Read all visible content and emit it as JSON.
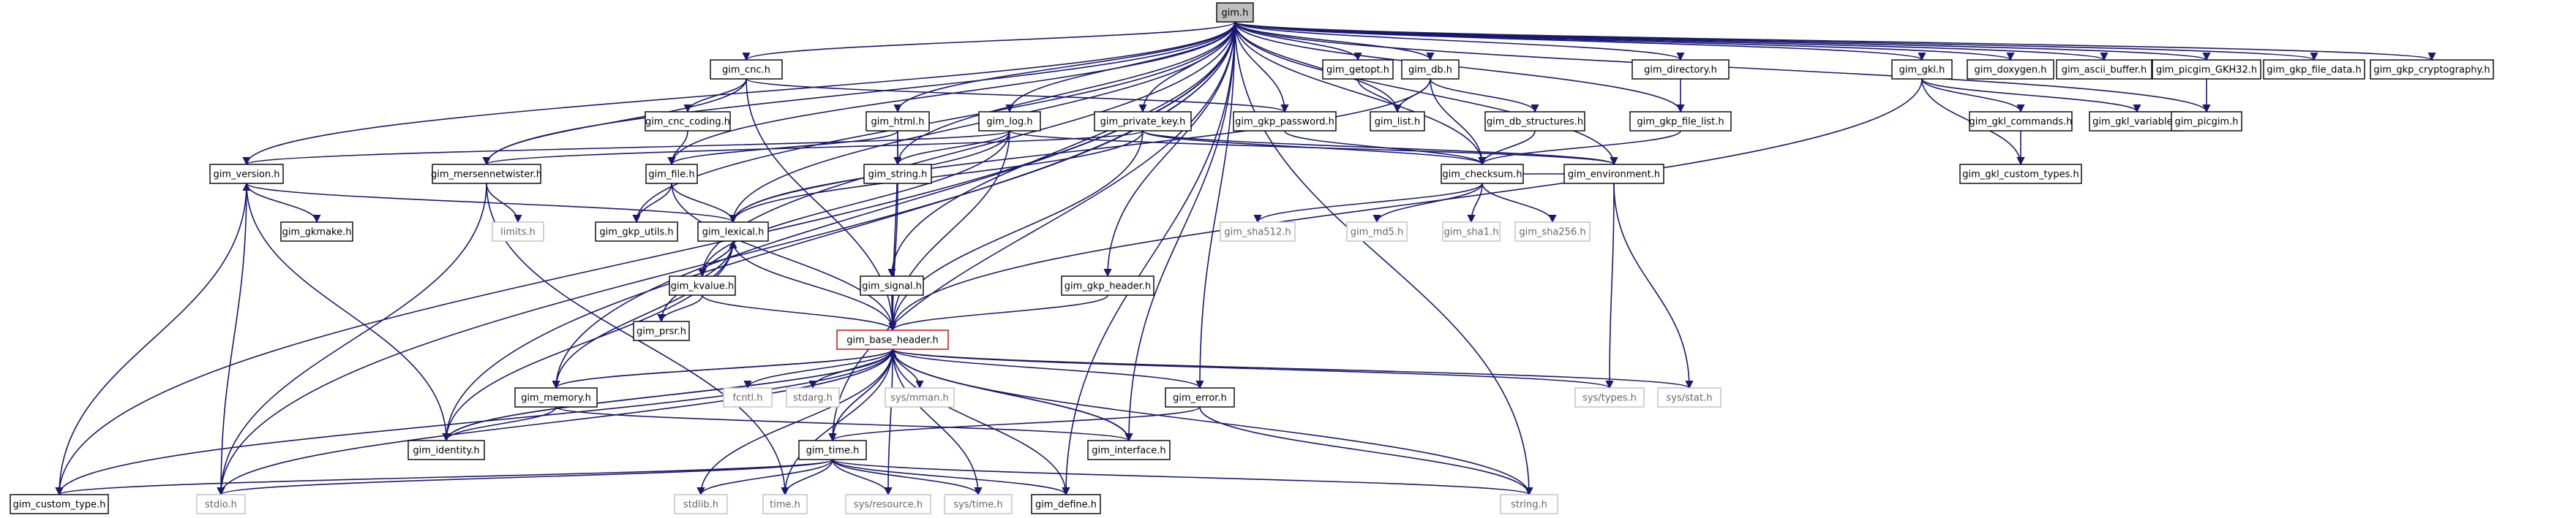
{
  "nodes": [
    {
      "id": "gim_h",
      "label": "gim.h",
      "kind": "root"
    },
    {
      "id": "gim_cnc",
      "label": "gim_cnc.h",
      "kind": "file"
    },
    {
      "id": "gim_getopt",
      "label": "gim_getopt.h",
      "kind": "file"
    },
    {
      "id": "gim_db",
      "label": "gim_db.h",
      "kind": "file"
    },
    {
      "id": "gim_directory",
      "label": "gim_directory.h",
      "kind": "file"
    },
    {
      "id": "gim_gkl",
      "label": "gim_gkl.h",
      "kind": "file"
    },
    {
      "id": "gim_doxygen",
      "label": "gim_doxygen.h",
      "kind": "file"
    },
    {
      "id": "gim_ascii_buffer",
      "label": "gim_ascii_buffer.h",
      "kind": "file"
    },
    {
      "id": "gim_picgim_gkh32",
      "label": "gim_picgim_GKH32.h",
      "kind": "file"
    },
    {
      "id": "gim_gkp_file_data",
      "label": "gim_gkp_file_data.h",
      "kind": "file"
    },
    {
      "id": "gim_gkp_cryptography",
      "label": "gim_gkp_cryptography.h",
      "kind": "file"
    },
    {
      "id": "gim_cnc_coding",
      "label": "gim_cnc_coding.h",
      "kind": "file"
    },
    {
      "id": "gim_html",
      "label": "gim_html.h",
      "kind": "file"
    },
    {
      "id": "gim_log",
      "label": "gim_log.h",
      "kind": "file"
    },
    {
      "id": "gim_private_key",
      "label": "gim_private_key.h",
      "kind": "file"
    },
    {
      "id": "gim_gkp_password",
      "label": "gim_gkp_password.h",
      "kind": "file"
    },
    {
      "id": "gim_list",
      "label": "gim_list.h",
      "kind": "file"
    },
    {
      "id": "gim_db_structures",
      "label": "gim_db_structures.h",
      "kind": "file"
    },
    {
      "id": "gim_gkp_file_list",
      "label": "gim_gkp_file_list.h",
      "kind": "file"
    },
    {
      "id": "gim_gkl_commands",
      "label": "gim_gkl_commands.h",
      "kind": "file"
    },
    {
      "id": "gim_gkl_variable",
      "label": "gim_gkl_variable.h",
      "kind": "file"
    },
    {
      "id": "gim_picgim",
      "label": "gim_picgim.h",
      "kind": "file"
    },
    {
      "id": "gim_version",
      "label": "gim_version.h",
      "kind": "file"
    },
    {
      "id": "gim_mersennetwister",
      "label": "gim_mersennetwister.h",
      "kind": "file"
    },
    {
      "id": "gim_file",
      "label": "gim_file.h",
      "kind": "file"
    },
    {
      "id": "gim_string",
      "label": "gim_string.h",
      "kind": "file"
    },
    {
      "id": "gim_checksum",
      "label": "gim_checksum.h",
      "kind": "file"
    },
    {
      "id": "gim_environment",
      "label": "gim_environment.h",
      "kind": "file"
    },
    {
      "id": "gim_gkl_custom_types",
      "label": "gim_gkl_custom_types.h",
      "kind": "file"
    },
    {
      "id": "gim_gkmake",
      "label": "gim_gkmake.h",
      "kind": "file"
    },
    {
      "id": "limits_h",
      "label": "limits.h",
      "kind": "sys"
    },
    {
      "id": "gim_gkp_utils",
      "label": "gim_gkp_utils.h",
      "kind": "file"
    },
    {
      "id": "gim_lexical",
      "label": "gim_lexical.h",
      "kind": "file"
    },
    {
      "id": "sha512",
      "label": "gim_sha512.h",
      "kind": "sys"
    },
    {
      "id": "md5",
      "label": "gim_md5.h",
      "kind": "sys"
    },
    {
      "id": "sha1",
      "label": "gim_sha1.h",
      "kind": "sys"
    },
    {
      "id": "sha256",
      "label": "gim_sha256.h",
      "kind": "sys"
    },
    {
      "id": "gim_signal",
      "label": "gim_signal.h",
      "kind": "file"
    },
    {
      "id": "gim_gkp_header",
      "label": "gim_gkp_header.h",
      "kind": "file"
    },
    {
      "id": "gim_kvalue",
      "label": "gim_kvalue.h",
      "kind": "file"
    },
    {
      "id": "gim_prsr",
      "label": "gim_prsr.h",
      "kind": "file"
    },
    {
      "id": "gim_base_header",
      "label": "gim_base_header.h",
      "kind": "red"
    },
    {
      "id": "gim_memory",
      "label": "gim_memory.h",
      "kind": "file"
    },
    {
      "id": "fcntl_h",
      "label": "fcntl.h",
      "kind": "sys"
    },
    {
      "id": "stdarg_h",
      "label": "stdarg.h",
      "kind": "sys"
    },
    {
      "id": "sys_mman_h",
      "label": "sys/mman.h",
      "kind": "sys"
    },
    {
      "id": "gim_error",
      "label": "gim_error.h",
      "kind": "file"
    },
    {
      "id": "sys_types_h",
      "label": "sys/types.h",
      "kind": "sys"
    },
    {
      "id": "sys_stat_h",
      "label": "sys/stat.h",
      "kind": "sys"
    },
    {
      "id": "gim_identity",
      "label": "gim_identity.h",
      "kind": "file"
    },
    {
      "id": "gim_interface",
      "label": "gim_interface.h",
      "kind": "file"
    },
    {
      "id": "gim_time",
      "label": "gim_time.h",
      "kind": "file"
    },
    {
      "id": "gim_custom_type",
      "label": "gim_custom_type.h",
      "kind": "file"
    },
    {
      "id": "stdio_h",
      "label": "stdio.h",
      "kind": "sys"
    },
    {
      "id": "stdlib_h",
      "label": "stdlib.h",
      "kind": "sys"
    },
    {
      "id": "time_h",
      "label": "time.h",
      "kind": "sys"
    },
    {
      "id": "sys_resource_h",
      "label": "sys/resource.h",
      "kind": "sys"
    },
    {
      "id": "sys_time_h",
      "label": "sys/time.h",
      "kind": "sys"
    },
    {
      "id": "gim_define",
      "label": "gim_define.h",
      "kind": "file"
    },
    {
      "id": "string_h",
      "label": "string.h",
      "kind": "sys"
    }
  ],
  "edges": [
    [
      "gim_h",
      "gim_cnc"
    ],
    [
      "gim_h",
      "gim_getopt"
    ],
    [
      "gim_h",
      "gim_db"
    ],
    [
      "gim_h",
      "gim_directory"
    ],
    [
      "gim_h",
      "gim_gkl"
    ],
    [
      "gim_h",
      "gim_doxygen"
    ],
    [
      "gim_h",
      "gim_ascii_buffer"
    ],
    [
      "gim_h",
      "gim_picgim_gkh32"
    ],
    [
      "gim_h",
      "gim_gkp_file_data"
    ],
    [
      "gim_h",
      "gim_gkp_cryptography"
    ],
    [
      "gim_h",
      "gim_html"
    ],
    [
      "gim_h",
      "gim_log"
    ],
    [
      "gim_h",
      "gim_private_key"
    ],
    [
      "gim_h",
      "gim_gkp_password"
    ],
    [
      "gim_h",
      "gim_list"
    ],
    [
      "gim_h",
      "gim_version"
    ],
    [
      "gim_h",
      "gim_mersennetwister"
    ],
    [
      "gim_h",
      "gim_file"
    ],
    [
      "gim_h",
      "gim_string"
    ],
    [
      "gim_h",
      "gim_checksum"
    ],
    [
      "gim_h",
      "gim_environment"
    ],
    [
      "gim_h",
      "gim_gkp_utils"
    ],
    [
      "gim_h",
      "gim_lexical"
    ],
    [
      "gim_h",
      "gim_signal"
    ],
    [
      "gim_h",
      "gim_gkp_header"
    ],
    [
      "gim_h",
      "gim_kvalue"
    ],
    [
      "gim_h",
      "gim_memory"
    ],
    [
      "gim_h",
      "gim_error"
    ],
    [
      "gim_h",
      "gim_identity"
    ],
    [
      "gim_h",
      "gim_interface"
    ],
    [
      "gim_h",
      "gim_time"
    ],
    [
      "gim_h",
      "gim_custom_type"
    ],
    [
      "gim_h",
      "stdio_h"
    ],
    [
      "gim_h",
      "gim_define"
    ],
    [
      "gim_h",
      "string_h"
    ],
    [
      "gim_h",
      "gim_gkp_file_list"
    ],
    [
      "gim_h",
      "gim_picgim"
    ],
    [
      "gim_cnc",
      "gim_cnc_coding"
    ],
    [
      "gim_cnc",
      "gim_gkp_password"
    ],
    [
      "gim_cnc",
      "gim_mersennetwister"
    ],
    [
      "gim_cnc",
      "gim_base_header"
    ],
    [
      "gim_cnc_coding",
      "gim_file"
    ],
    [
      "gim_getopt",
      "gim_list"
    ],
    [
      "gim_db",
      "gim_list"
    ],
    [
      "gim_db",
      "gim_db_structures"
    ],
    [
      "gim_db",
      "gim_checksum"
    ],
    [
      "gim_db",
      "gim_lexical"
    ],
    [
      "gim_db_structures",
      "gim_checksum"
    ],
    [
      "gim_directory",
      "gim_gkp_file_list"
    ],
    [
      "gim_gkp_file_list",
      "gim_checksum"
    ],
    [
      "gim_gkl",
      "gim_gkl_commands"
    ],
    [
      "gim_gkl",
      "gim_gkl_variable"
    ],
    [
      "gim_gkl",
      "gim_gkl_custom_types"
    ],
    [
      "gim_gkl",
      "gim_base_header"
    ],
    [
      "gim_gkl_commands",
      "gim_gkl_custom_types"
    ],
    [
      "gim_picgim_gkh32",
      "gim_picgim"
    ],
    [
      "gim_html",
      "gim_string"
    ],
    [
      "gim_html",
      "gim_file"
    ],
    [
      "gim_html",
      "gim_base_header"
    ],
    [
      "gim_log",
      "gim_version"
    ],
    [
      "gim_log",
      "gim_string"
    ],
    [
      "gim_log",
      "gim_lexical"
    ],
    [
      "gim_log",
      "gim_kvalue"
    ],
    [
      "gim_log",
      "gim_base_header"
    ],
    [
      "gim_log",
      "gim_environment"
    ],
    [
      "gim_private_key",
      "gim_checksum"
    ],
    [
      "gim_private_key",
      "gim_lexical"
    ],
    [
      "gim_private_key",
      "gim_mersennetwister"
    ],
    [
      "gim_private_key",
      "gim_base_header"
    ],
    [
      "gim_private_key",
      "gim_environment"
    ],
    [
      "gim_gkp_password",
      "gim_checksum"
    ],
    [
      "gim_version",
      "gim_gkmake"
    ],
    [
      "gim_version",
      "gim_lexical"
    ],
    [
      "gim_version",
      "gim_custom_type"
    ],
    [
      "gim_version",
      "stdio_h"
    ],
    [
      "gim_mersennetwister",
      "limits_h"
    ],
    [
      "gim_mersennetwister",
      "time_h"
    ],
    [
      "gim_mersennetwister",
      "stdio_h"
    ],
    [
      "gim_file",
      "gim_gkp_utils"
    ],
    [
      "gim_file",
      "gim_lexical"
    ],
    [
      "gim_file",
      "gim_base_header"
    ],
    [
      "gim_string",
      "gim_base_header"
    ],
    [
      "gim_checksum",
      "sha512"
    ],
    [
      "gim_checksum",
      "md5"
    ],
    [
      "gim_checksum",
      "sha1"
    ],
    [
      "gim_checksum",
      "sha256"
    ],
    [
      "gim_checksum",
      "gim_environment"
    ],
    [
      "gim_environment",
      "sys_types_h"
    ],
    [
      "gim_environment",
      "sys_stat_h"
    ],
    [
      "gim_lexical",
      "gim_kvalue"
    ],
    [
      "gim_lexical",
      "gim_prsr"
    ],
    [
      "gim_lexical",
      "gim_base_header"
    ],
    [
      "gim_kvalue",
      "gim_lexical"
    ],
    [
      "gim_kvalue",
      "gim_prsr"
    ],
    [
      "gim_kvalue",
      "gim_base_header"
    ],
    [
      "gim_signal",
      "gim_base_header"
    ],
    [
      "gim_gkp_header",
      "gim_base_header"
    ],
    [
      "gim_base_header",
      "fcntl_h"
    ],
    [
      "gim_base_header",
      "stdarg_h"
    ],
    [
      "gim_base_header",
      "sys_mman_h"
    ],
    [
      "gim_base_header",
      "gim_error"
    ],
    [
      "gim_base_header",
      "sys_types_h"
    ],
    [
      "gim_base_header",
      "sys_stat_h"
    ],
    [
      "gim_base_header",
      "gim_memory"
    ],
    [
      "gim_base_header",
      "gim_identity"
    ],
    [
      "gim_base_header",
      "gim_interface"
    ],
    [
      "gim_base_header",
      "gim_time"
    ],
    [
      "gim_base_header",
      "gim_custom_type"
    ],
    [
      "gim_base_header",
      "stdio_h"
    ],
    [
      "gim_base_header",
      "stdlib_h"
    ],
    [
      "gim_base_header",
      "time_h"
    ],
    [
      "gim_base_header",
      "sys_resource_h"
    ],
    [
      "gim_base_header",
      "sys_time_h"
    ],
    [
      "gim_base_header",
      "gim_define"
    ],
    [
      "gim_base_header",
      "string_h"
    ],
    [
      "gim_memory",
      "gim_lexical"
    ],
    [
      "gim_memory",
      "gim_identity"
    ],
    [
      "gim_memory",
      "gim_interface"
    ],
    [
      "gim_memory",
      "gim_base_header"
    ],
    [
      "gim_identity",
      "gim_version"
    ],
    [
      "gim_identity",
      "gim_lexical"
    ],
    [
      "gim_identity",
      "gim_base_header"
    ],
    [
      "gim_interface",
      "gim_base_header"
    ],
    [
      "gim_error",
      "gim_time"
    ],
    [
      "gim_error",
      "string_h"
    ],
    [
      "gim_time",
      "gim_custom_type"
    ],
    [
      "gim_time",
      "stdio_h"
    ],
    [
      "gim_time",
      "stdlib_h"
    ],
    [
      "gim_time",
      "time_h"
    ],
    [
      "gim_time",
      "sys_resource_h"
    ],
    [
      "gim_time",
      "sys_time_h"
    ],
    [
      "gim_time",
      "gim_define"
    ],
    [
      "gim_time",
      "string_h"
    ],
    [
      "gim_time",
      "gim_base_header"
    ]
  ]
}
